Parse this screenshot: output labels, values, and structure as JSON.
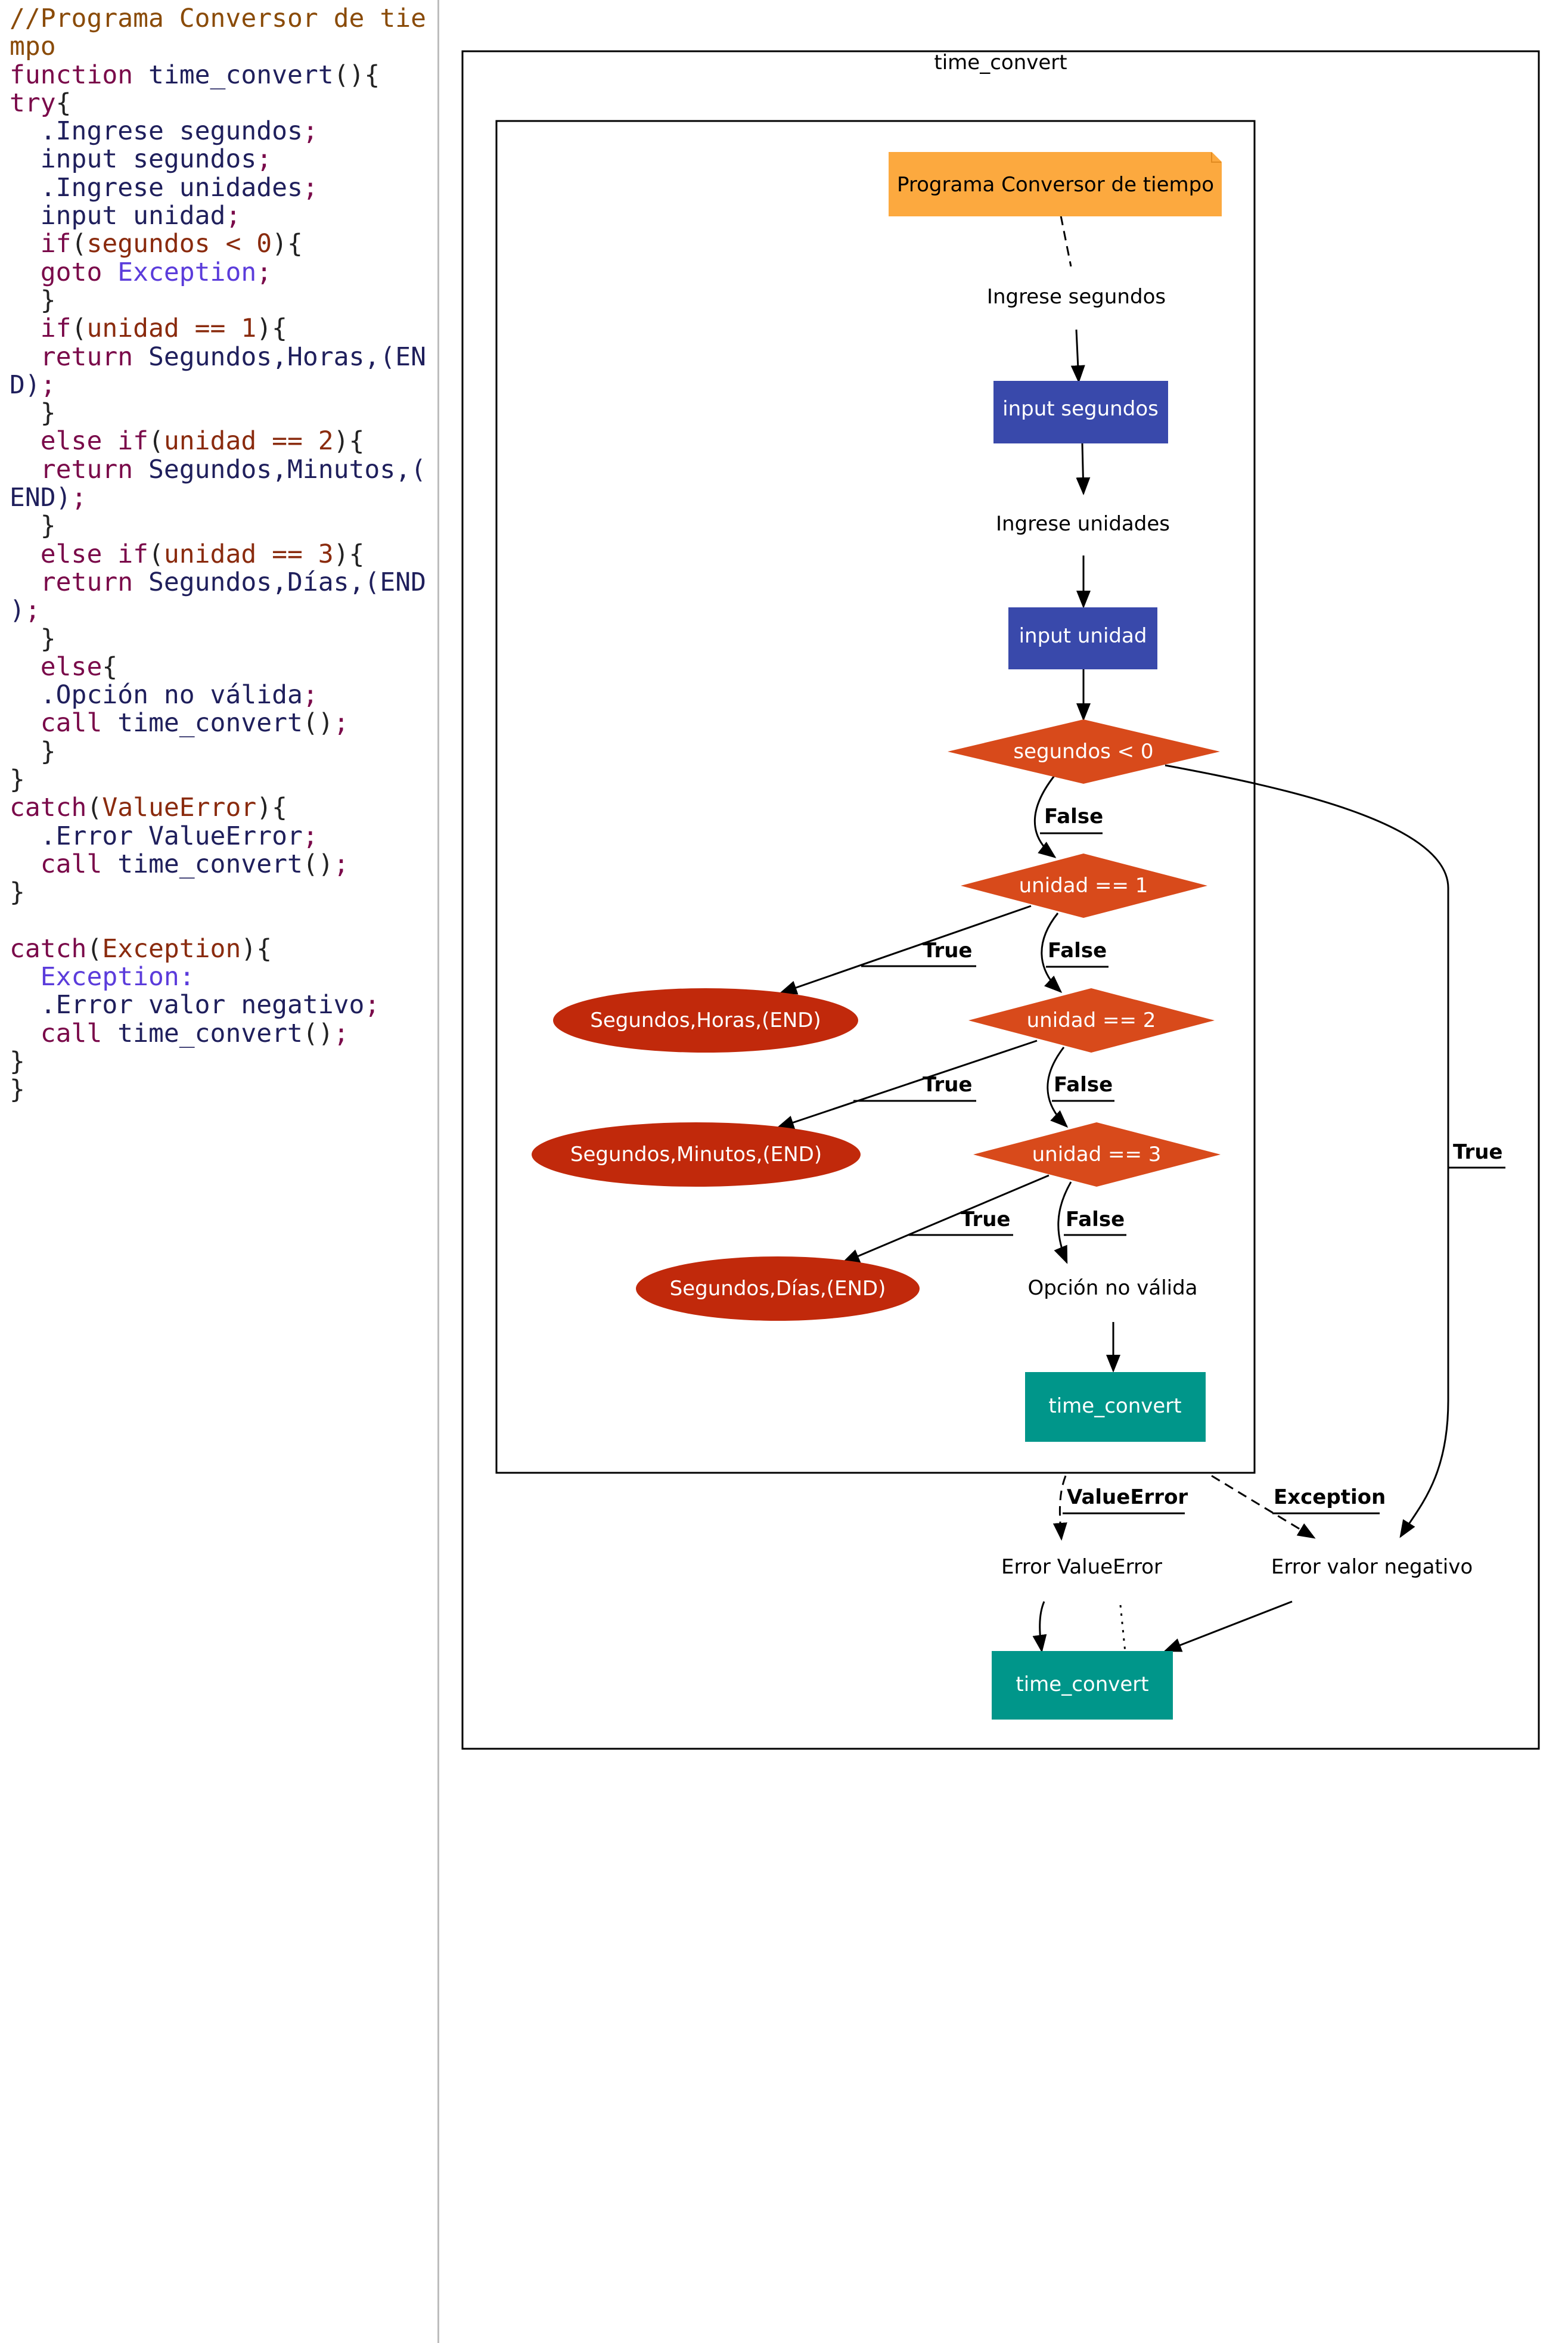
{
  "code": {
    "lines": [
      [
        {
          "t": "//Programa Conversor de tie",
          "c": "c-cm"
        }
      ],
      [
        {
          "t": "mpo",
          "c": "c-cm"
        }
      ],
      [
        {
          "t": "function",
          "c": "c-kw"
        },
        {
          "t": " time_convert",
          "c": "c-fn"
        },
        {
          "t": "(){",
          "c": "c-p"
        }
      ],
      [
        {
          "t": "try",
          "c": "c-kw"
        },
        {
          "t": "{",
          "c": "c-p"
        }
      ],
      [
        {
          "t": "  .Ingrese segundos",
          "c": "c-fn"
        },
        {
          "t": ";",
          "c": "c-dim"
        }
      ],
      [
        {
          "t": "  input segundos",
          "c": "c-fn"
        },
        {
          "t": ";",
          "c": "c-dim"
        }
      ],
      [
        {
          "t": "  .Ingrese unidades",
          "c": "c-fn"
        },
        {
          "t": ";",
          "c": "c-dim"
        }
      ],
      [
        {
          "t": "  input unidad",
          "c": "c-fn"
        },
        {
          "t": ";",
          "c": "c-dim"
        }
      ],
      [
        {
          "t": "  if",
          "c": "c-kw"
        },
        {
          "t": "(",
          "c": "c-p"
        },
        {
          "t": "segundos < 0",
          "c": "c-cond"
        },
        {
          "t": "){",
          "c": "c-p"
        }
      ],
      [
        {
          "t": "  goto",
          "c": "c-kw"
        },
        {
          "t": " Exception",
          "c": "c-ex"
        },
        {
          "t": ";",
          "c": "c-dim"
        }
      ],
      [
        {
          "t": "  }",
          "c": "c-p"
        }
      ],
      [
        {
          "t": "  if",
          "c": "c-kw"
        },
        {
          "t": "(",
          "c": "c-p"
        },
        {
          "t": "unidad == 1",
          "c": "c-cond"
        },
        {
          "t": "){",
          "c": "c-p"
        }
      ],
      [
        {
          "t": "  return",
          "c": "c-kw"
        },
        {
          "t": " Segundos,Horas,(EN",
          "c": "c-fn"
        }
      ],
      [
        {
          "t": "D)",
          "c": "c-fn"
        },
        {
          "t": ";",
          "c": "c-dim"
        }
      ],
      [
        {
          "t": "  }",
          "c": "c-p"
        }
      ],
      [
        {
          "t": "  else if",
          "c": "c-kw"
        },
        {
          "t": "(",
          "c": "c-p"
        },
        {
          "t": "unidad == 2",
          "c": "c-cond"
        },
        {
          "t": "){",
          "c": "c-p"
        }
      ],
      [
        {
          "t": "  return",
          "c": "c-kw"
        },
        {
          "t": " Segundos,Minutos,(",
          "c": "c-fn"
        }
      ],
      [
        {
          "t": "END)",
          "c": "c-fn"
        },
        {
          "t": ";",
          "c": "c-dim"
        }
      ],
      [
        {
          "t": "  }",
          "c": "c-p"
        }
      ],
      [
        {
          "t": "  else if",
          "c": "c-kw"
        },
        {
          "t": "(",
          "c": "c-p"
        },
        {
          "t": "unidad == 3",
          "c": "c-cond"
        },
        {
          "t": "){",
          "c": "c-p"
        }
      ],
      [
        {
          "t": "  return",
          "c": "c-kw"
        },
        {
          "t": " Segundos,Días,(END",
          "c": "c-fn"
        }
      ],
      [
        {
          "t": ")",
          "c": "c-fn"
        },
        {
          "t": ";",
          "c": "c-dim"
        }
      ],
      [
        {
          "t": "  }",
          "c": "c-p"
        }
      ],
      [
        {
          "t": "  else",
          "c": "c-kw"
        },
        {
          "t": "{",
          "c": "c-p"
        }
      ],
      [
        {
          "t": "  .Opción no válida",
          "c": "c-fn"
        },
        {
          "t": ";",
          "c": "c-dim"
        }
      ],
      [
        {
          "t": "  call",
          "c": "c-kw"
        },
        {
          "t": " time_convert",
          "c": "c-fn"
        },
        {
          "t": "()",
          "c": "c-p"
        },
        {
          "t": ";",
          "c": "c-dim"
        }
      ],
      [
        {
          "t": "  }",
          "c": "c-p"
        }
      ],
      [
        {
          "t": "}",
          "c": "c-p"
        }
      ],
      [
        {
          "t": "catch",
          "c": "c-kw"
        },
        {
          "t": "(",
          "c": "c-p"
        },
        {
          "t": "ValueError",
          "c": "c-cond"
        },
        {
          "t": "){",
          "c": "c-p"
        }
      ],
      [
        {
          "t": "  .Error ValueError",
          "c": "c-fn"
        },
        {
          "t": ";",
          "c": "c-dim"
        }
      ],
      [
        {
          "t": "  call",
          "c": "c-kw"
        },
        {
          "t": " time_convert",
          "c": "c-fn"
        },
        {
          "t": "()",
          "c": "c-p"
        },
        {
          "t": ";",
          "c": "c-dim"
        }
      ],
      [
        {
          "t": "}",
          "c": "c-p"
        }
      ],
      [
        {
          "t": "",
          "c": "c-p"
        }
      ],
      [
        {
          "t": "catch",
          "c": "c-kw"
        },
        {
          "t": "(",
          "c": "c-p"
        },
        {
          "t": "Exception",
          "c": "c-cond"
        },
        {
          "t": "){",
          "c": "c-p"
        }
      ],
      [
        {
          "t": "  Exception:",
          "c": "c-ex"
        }
      ],
      [
        {
          "t": "  .Error valor negativo",
          "c": "c-fn"
        },
        {
          "t": ";",
          "c": "c-dim"
        }
      ],
      [
        {
          "t": "  call",
          "c": "c-kw"
        },
        {
          "t": " time_convert",
          "c": "c-fn"
        },
        {
          "t": "()",
          "c": "c-p"
        },
        {
          "t": ";",
          "c": "c-dim"
        }
      ],
      [
        {
          "t": "}",
          "c": "c-p"
        }
      ],
      [
        {
          "t": "}",
          "c": "c-p"
        }
      ]
    ]
  },
  "diagram": {
    "colors": {
      "note": "#fca93f",
      "input": "#3949ab",
      "decision": "#d84a1b",
      "terminal": "#c1290b",
      "call": "#00968a",
      "line": "#000000"
    },
    "outer_cluster_label": "time_convert",
    "nodes": {
      "note": "Programa Conversor de tiempo",
      "ingrese_segundos": "Ingrese segundos",
      "input_segundos": "input segundos",
      "ingrese_unidades": "Ingrese unidades",
      "input_unidad": "input unidad",
      "dec_segundos": "segundos < 0",
      "dec_unidad1": "unidad == 1",
      "dec_unidad2": "unidad == 2",
      "dec_unidad3": "unidad == 3",
      "ret_horas": "Segundos,Horas,(END)",
      "ret_minutos": "Segundos,Minutos,(END)",
      "ret_dias": "Segundos,Días,(END)",
      "opcion": "Opción no válida",
      "call_inner": "time_convert",
      "error_value": "Error ValueError",
      "error_negativo": "Error valor negativo",
      "call_outer": "time_convert"
    },
    "edge_labels": {
      "false1": "False",
      "true1": "True",
      "false2": "False",
      "true2": "True",
      "false3": "False",
      "true3": "True",
      "true_neg": "True",
      "value_error": "ValueError",
      "exception": "Exception"
    }
  }
}
